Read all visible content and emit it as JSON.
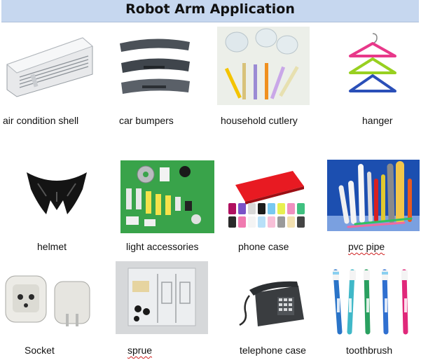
{
  "title": "Robot Arm Application",
  "items": [
    {
      "label": "air condition shell",
      "icon": "air-conditioner-icon"
    },
    {
      "label": "car bumpers",
      "icon": "car-bumper-icon"
    },
    {
      "label": "household cutlery",
      "icon": "cutlery-icon"
    },
    {
      "label": "hanger",
      "icon": "hanger-icon"
    },
    {
      "label": "helmet",
      "icon": "helmet-icon"
    },
    {
      "label": "light accessories",
      "icon": "light-accessories-icon"
    },
    {
      "label": "phone case",
      "icon": "phone-case-icon"
    },
    {
      "label": "pvc pipe",
      "icon": "pvc-pipe-icon"
    },
    {
      "label": "Socket",
      "icon": "socket-icon"
    },
    {
      "label": "sprue",
      "icon": "sprue-icon"
    },
    {
      "label": "telephone case",
      "icon": "telephone-icon"
    },
    {
      "label": "toothbrush",
      "icon": "toothbrush-icon"
    }
  ]
}
